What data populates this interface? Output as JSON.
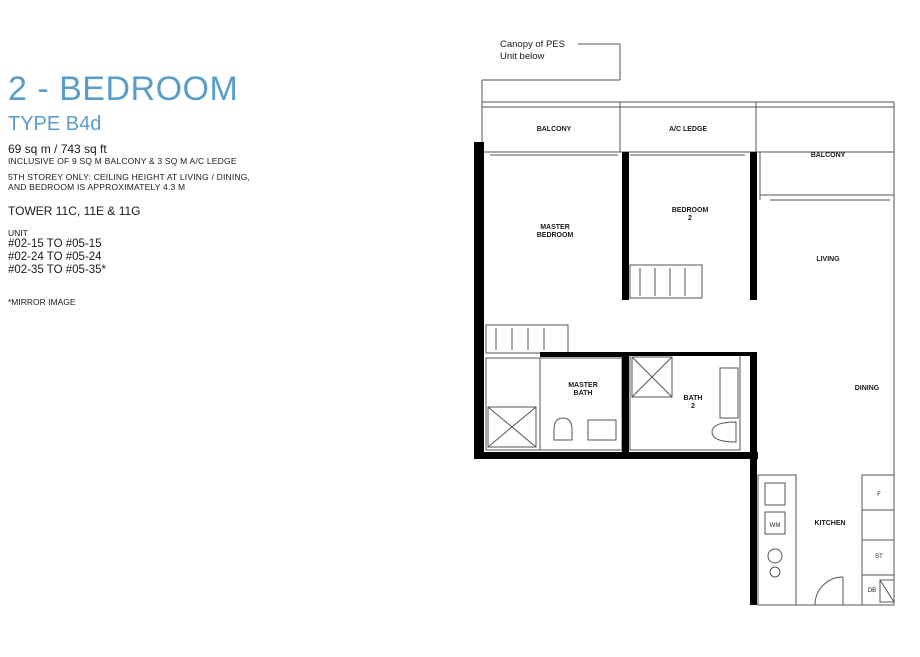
{
  "heading": {
    "title": "2 - BEDROOM",
    "type": "TYPE B4d",
    "area": "69 sq m / 743 sq ft",
    "inclusive": "INCLUSIVE OF 9 SQ M BALCONY & 3 SQ M A/C LEDGE",
    "storey_note_line1": "5TH STOREY ONLY: CEILING HEIGHT AT LIVING / DINING,",
    "storey_note_line2": "AND BEDROOM IS APPROXIMATELY 4.3 M",
    "tower": "TOWER 11C, 11E & 11G",
    "unit_label": "UNIT",
    "units": [
      "#02-15 TO #05-15",
      "#02-24 TO #05-24",
      "#02-35 TO #05-35*"
    ],
    "mirror": "*MIRROR IMAGE"
  },
  "plan": {
    "canopy_line1": "Canopy of PES",
    "canopy_line2": "Unit below",
    "rooms": {
      "balcony_left": "BALCONY",
      "ac_ledge": "A/C LEDGE",
      "balcony_right": "BALCONY",
      "master_bedroom_1": "MASTER",
      "master_bedroom_2": "BEDROOM",
      "bedroom2_1": "BEDROOM",
      "bedroom2_2": "2",
      "living": "LIVING",
      "master_bath_1": "MASTER",
      "master_bath_2": "BATH",
      "bath2_1": "BATH",
      "bath2_2": "2",
      "dining": "DINING",
      "kitchen": "KITCHEN",
      "wm": "WM",
      "fridge": "F",
      "store": "ST",
      "db": "DB"
    }
  },
  "colors": {
    "accent": "#5b9dc9",
    "wall": "#000000",
    "line": "#555555"
  }
}
